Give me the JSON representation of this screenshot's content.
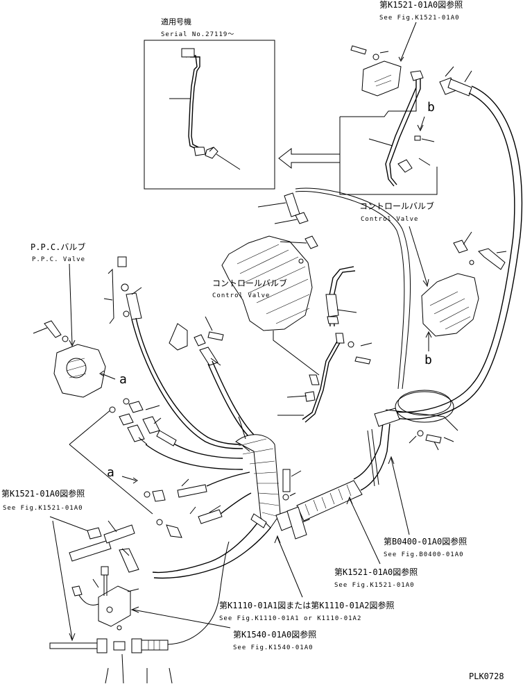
{
  "inset": {
    "applicable_ja": "適用号機",
    "serial": "Serial No.27119～"
  },
  "refs": {
    "k1521_top_ja": "第K1521-01A0図参照",
    "k1521_top_en": "See Fig.K1521-01A0",
    "k1521_left_ja": "第K1521-01A0図参照",
    "k1521_left_en": "See Fig.K1521-01A0",
    "b0400_ja": "第B0400-01A0図参照",
    "b0400_en": "See Fig.B0400-01A0",
    "k1521_mid_ja": "第K1521-01A0図参照",
    "k1521_mid_en": "See Fig.K1521-01A0",
    "k1110_ja": "第K1110-01A1図または第K1110-01A2図参照",
    "k1110_en": "See Fig.K1110-01A1 or K1110-01A2",
    "k1540_ja": "第K1540-01A0図参照",
    "k1540_en": "See Fig.K1540-01A0"
  },
  "labels": {
    "control_valve_ja_top": "コントロールバルブ",
    "control_valve_en_top": "Control Valve",
    "control_valve_ja_mid": "コントロールバルブ",
    "control_valve_en_mid": "Control Valve",
    "ppc_valve_ja": "P.P.C.バルブ",
    "ppc_valve_en": "P.P.C. Valve",
    "mark_a1": "a",
    "mark_a2": "a",
    "mark_b1": "b",
    "mark_b2": "b",
    "drawing_no": "PLK0728"
  }
}
